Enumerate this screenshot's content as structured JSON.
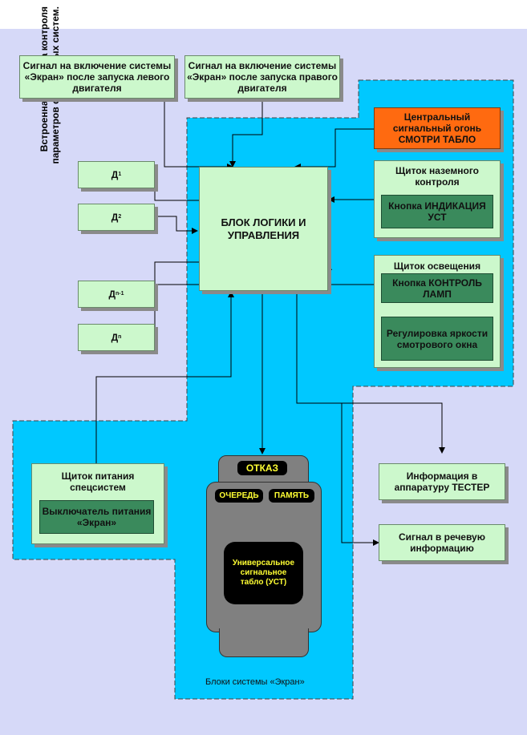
{
  "vertical_title": "Встроенная система контроля параметров самолетных систем.",
  "boxes": {
    "signal_left": "Сигнал на включение системы «Экран» после запуска левого двигателя",
    "signal_right": "Сигнал на включение системы «Экран» после запуска правого двигателя",
    "d1": "Д",
    "d1_sub": "1",
    "d2": "Д",
    "d2_sub": "2",
    "dn1": "Д",
    "dn1_sub": "n-1",
    "dn": "Д",
    "dn_sub": "n",
    "logic": "БЛОК ЛОГИКИ И УПРАВЛЕНИЯ",
    "central_signal": "Центральный сигнальный огонь СМОТРИ ТАБЛО",
    "ground_panel_title": "Щиток наземного контроля",
    "ground_button": "Кнопка ИНДИКАЦИЯ УСТ",
    "light_panel_title": "Щиток освещения",
    "lamp_button": "Кнопка КОНТРОЛЬ ЛАМП",
    "brightness": "Регулировка яркости смотрового окна",
    "tester": "Информация в аппаратуру ТЕСТЕР",
    "voice": "Сигнал в речевую информацию",
    "power_panel_title": "Щиток питания спецсистем",
    "power_switch": "Выключатель питания «Экран»"
  },
  "device": {
    "failure": "ОТКАЗ",
    "queue": "ОЧЕРЕДЬ",
    "memory": "ПАМЯТЬ",
    "display": "Универсальное сигнальное табло (УСТ)"
  },
  "area_caption": "Блоки системы «Экран»",
  "colors": {
    "background": "#d6d9f8",
    "area": "#00c8ff",
    "box": "#ccf8cc",
    "button": "#3a8a5c",
    "alarm": "#ff6a10",
    "lamp_text": "#ffff33"
  }
}
